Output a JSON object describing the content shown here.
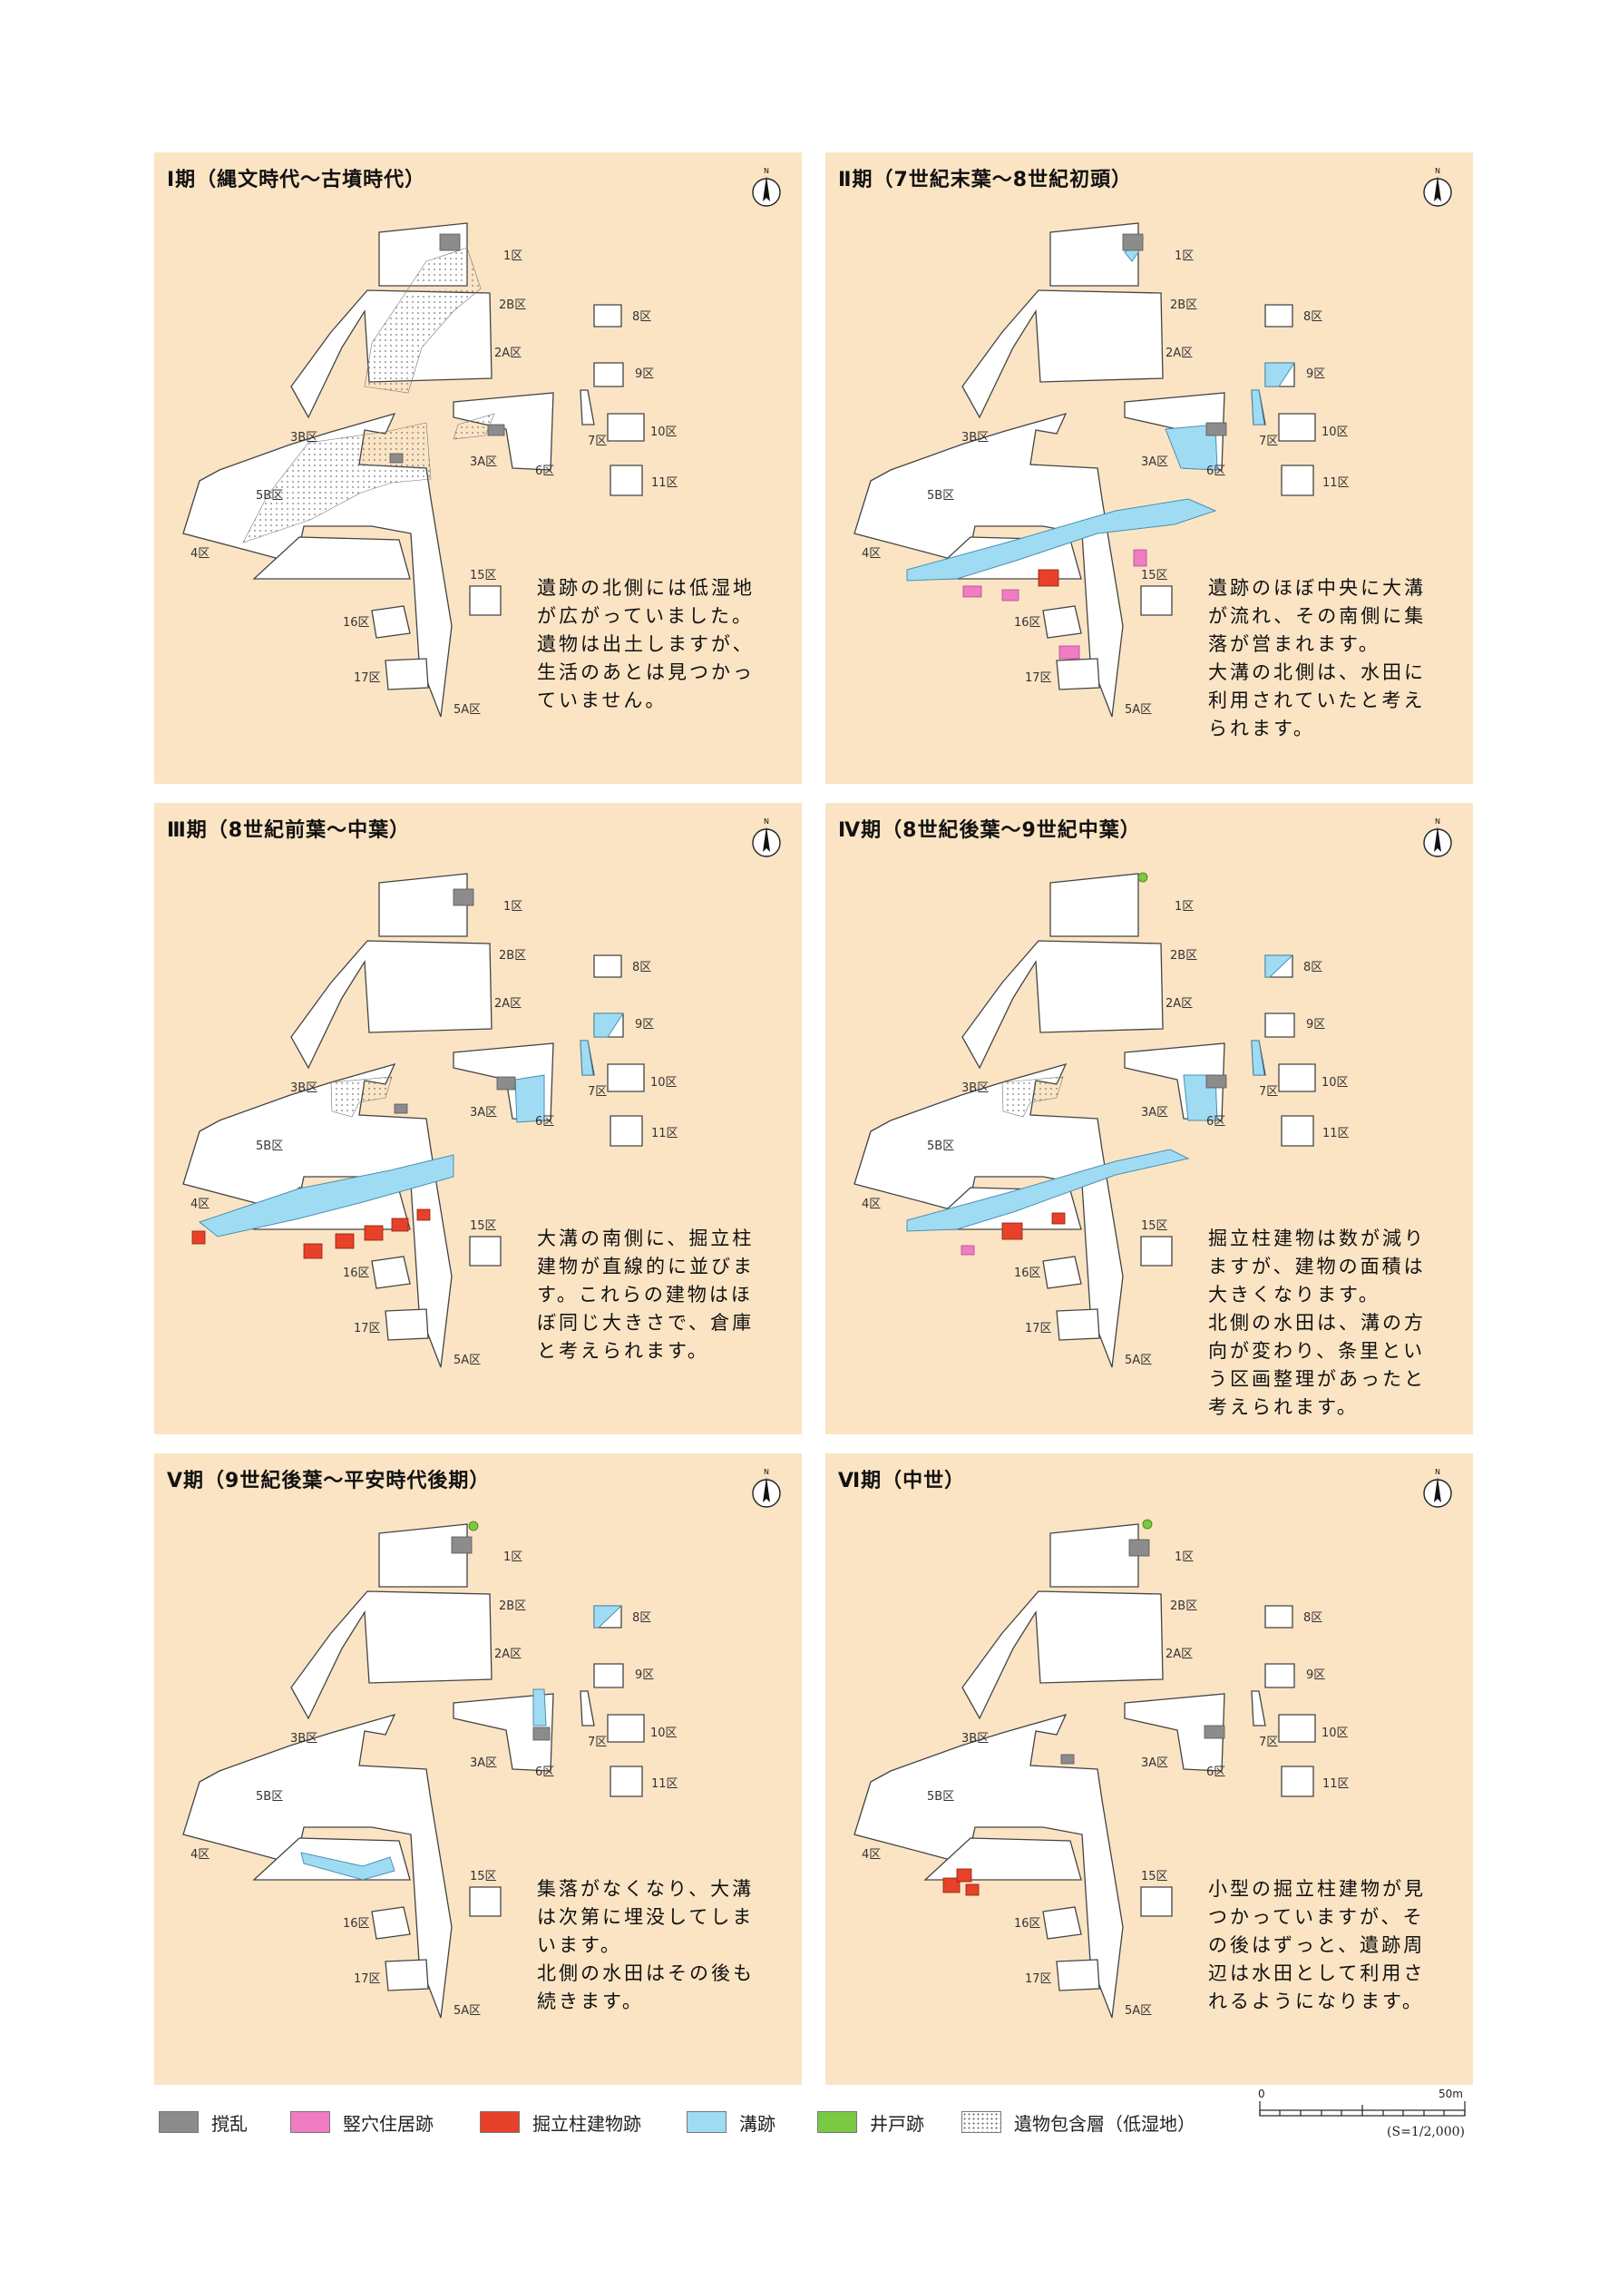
{
  "colors": {
    "panel_bg": "#fbe4c4",
    "disturbance": "#8c8c8c",
    "pit_dwelling": "#f07cc4",
    "pillar_building": "#e8412a",
    "ditch": "#9fdcf3",
    "well": "#7ac943",
    "deposit_layer": "#ffffff"
  },
  "zone_labels": [
    "1区",
    "2B区",
    "2A区",
    "8区",
    "9区",
    "3B区",
    "7区",
    "10区",
    "3A区",
    "6区",
    "11区",
    "5B区",
    "4区",
    "15区",
    "16区",
    "17区",
    "5A区"
  ],
  "panels": [
    {
      "title": "Ⅰ期（縄文時代〜古墳時代）",
      "text": [
        "遺跡の北側には低湿地",
        "が広がっていました。",
        "遺物は出土しますが、",
        "生活のあとは見つかっ",
        "ていません。"
      ]
    },
    {
      "title": "Ⅱ期（7世紀末葉〜8世紀初頭）",
      "text": [
        "遺跡のほぼ中央に大溝",
        "が流れ、その南側に集",
        "落が営まれます。",
        "大溝の北側は、水田に",
        "利用されていたと考え",
        "られます。"
      ]
    },
    {
      "title": "Ⅲ期（8世紀前葉〜中葉）",
      "text": [
        "大溝の南側に、掘立柱",
        "建物が直線的に並びま",
        "す。これらの建物はほ",
        "ぼ同じ大きさで、倉庫",
        "と考えられます。"
      ]
    },
    {
      "title": "Ⅳ期（8世紀後葉〜9世紀中葉）",
      "text": [
        "掘立柱建物は数が減り",
        "ますが、建物の面積は",
        "大きくなります。",
        "北側の水田は、溝の方",
        "向が変わり、条里とい",
        "う区画整理があったと",
        "考えられます。"
      ]
    },
    {
      "title": "Ⅴ期（9世紀後葉〜平安時代後期）",
      "text": [
        "集落がなくなり、大溝",
        "は次第に埋没してしま",
        "います。",
        "北側の水田はその後も",
        "続きます。"
      ]
    },
    {
      "title": "Ⅵ期（中世）",
      "text": [
        "小型の掘立柱建物が見",
        "つかっていますが、そ",
        "の後はずっと、遺跡周",
        "辺は水田として利用さ",
        "れるようになります。"
      ]
    }
  ],
  "legend": [
    {
      "label": "撹乱",
      "color": "#8c8c8c"
    },
    {
      "label": "竪穴住居跡",
      "color": "#f07cc4"
    },
    {
      "label": "掘立柱建物跡",
      "color": "#e8412a"
    },
    {
      "label": "溝跡",
      "color": "#9fdcf3"
    },
    {
      "label": "井戸跡",
      "color": "#7ac943"
    },
    {
      "label": "遺物包含層（低湿地）",
      "color": "#ffffff",
      "dotted": true
    }
  ],
  "scale": {
    "zero": "0",
    "max": "50m",
    "ratio": "(S=1/2,000)"
  }
}
